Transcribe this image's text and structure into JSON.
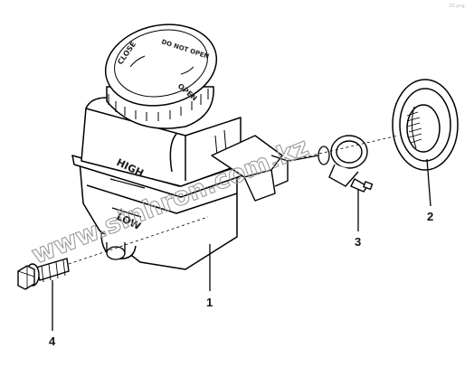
{
  "callouts": {
    "reservoir": "1",
    "grommet": "2",
    "clamp": "3",
    "bolt": "4"
  },
  "cap": {
    "close_label": "CLOSE",
    "warning_label": "DO NOT OPEN",
    "open_label": "OPEN"
  },
  "reservoir": {
    "high_mark": "HIGH",
    "low_mark": "LOW"
  },
  "watermark": "www.sinhron.com.kz",
  "corner_mark": "2X.png"
}
